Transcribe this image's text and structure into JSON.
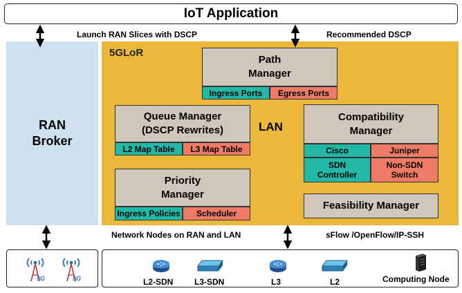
{
  "top": {
    "app_title": "IoT Application"
  },
  "captions": {
    "launch": "Launch RAN Slices with DSCP",
    "recommended": "Recommended DSCP",
    "network_nodes": "Network Nodes on RAN and LAN",
    "protocols": "sFlow /OpenFlow/IP-SSH"
  },
  "broker": {
    "line1": "RAN",
    "line2": "Broker"
  },
  "glor": {
    "label": "5GLoR",
    "lan": "LAN"
  },
  "path_manager": {
    "line1": "Path",
    "line2": "Manager",
    "ingress": "Ingress Ports",
    "egress": "Egress Ports"
  },
  "queue_manager": {
    "line1": "Queue Manager",
    "line2": "(DSCP Rewrites)",
    "l2": "L2 Map Table",
    "l3": "L3 Map Table"
  },
  "priority_manager": {
    "line1": "Priority",
    "line2": "Manager",
    "ingress": "Ingress Policies",
    "scheduler": "Scheduler"
  },
  "compat_manager": {
    "line1": "Compatibility",
    "line2": "Manager",
    "cisco": "Cisco",
    "juniper": "Juniper",
    "sdn_line1": "SDN",
    "sdn_line2": "Controller",
    "nonsdn_line1": "Non-SDN",
    "nonsdn_line2": "Switch"
  },
  "feasibility_manager": {
    "label": "Feasibility Manager"
  },
  "nodes": {
    "l2sdn": "L2-SDN",
    "l3sdn": "L3-SDN",
    "l3": "L3",
    "l2": "L2",
    "computing": "Computing Node"
  },
  "colors": {
    "broker": "#cde1ee",
    "glor": "#ecb83b",
    "manager": "#cfc7bb",
    "teal": "#21b8a8",
    "salmon": "#ef7a66",
    "router": "#2f6fb7"
  },
  "icons": [
    "5g-antenna-icon",
    "router-icon",
    "switch-icon",
    "server-icon",
    "double-arrow-icon"
  ]
}
